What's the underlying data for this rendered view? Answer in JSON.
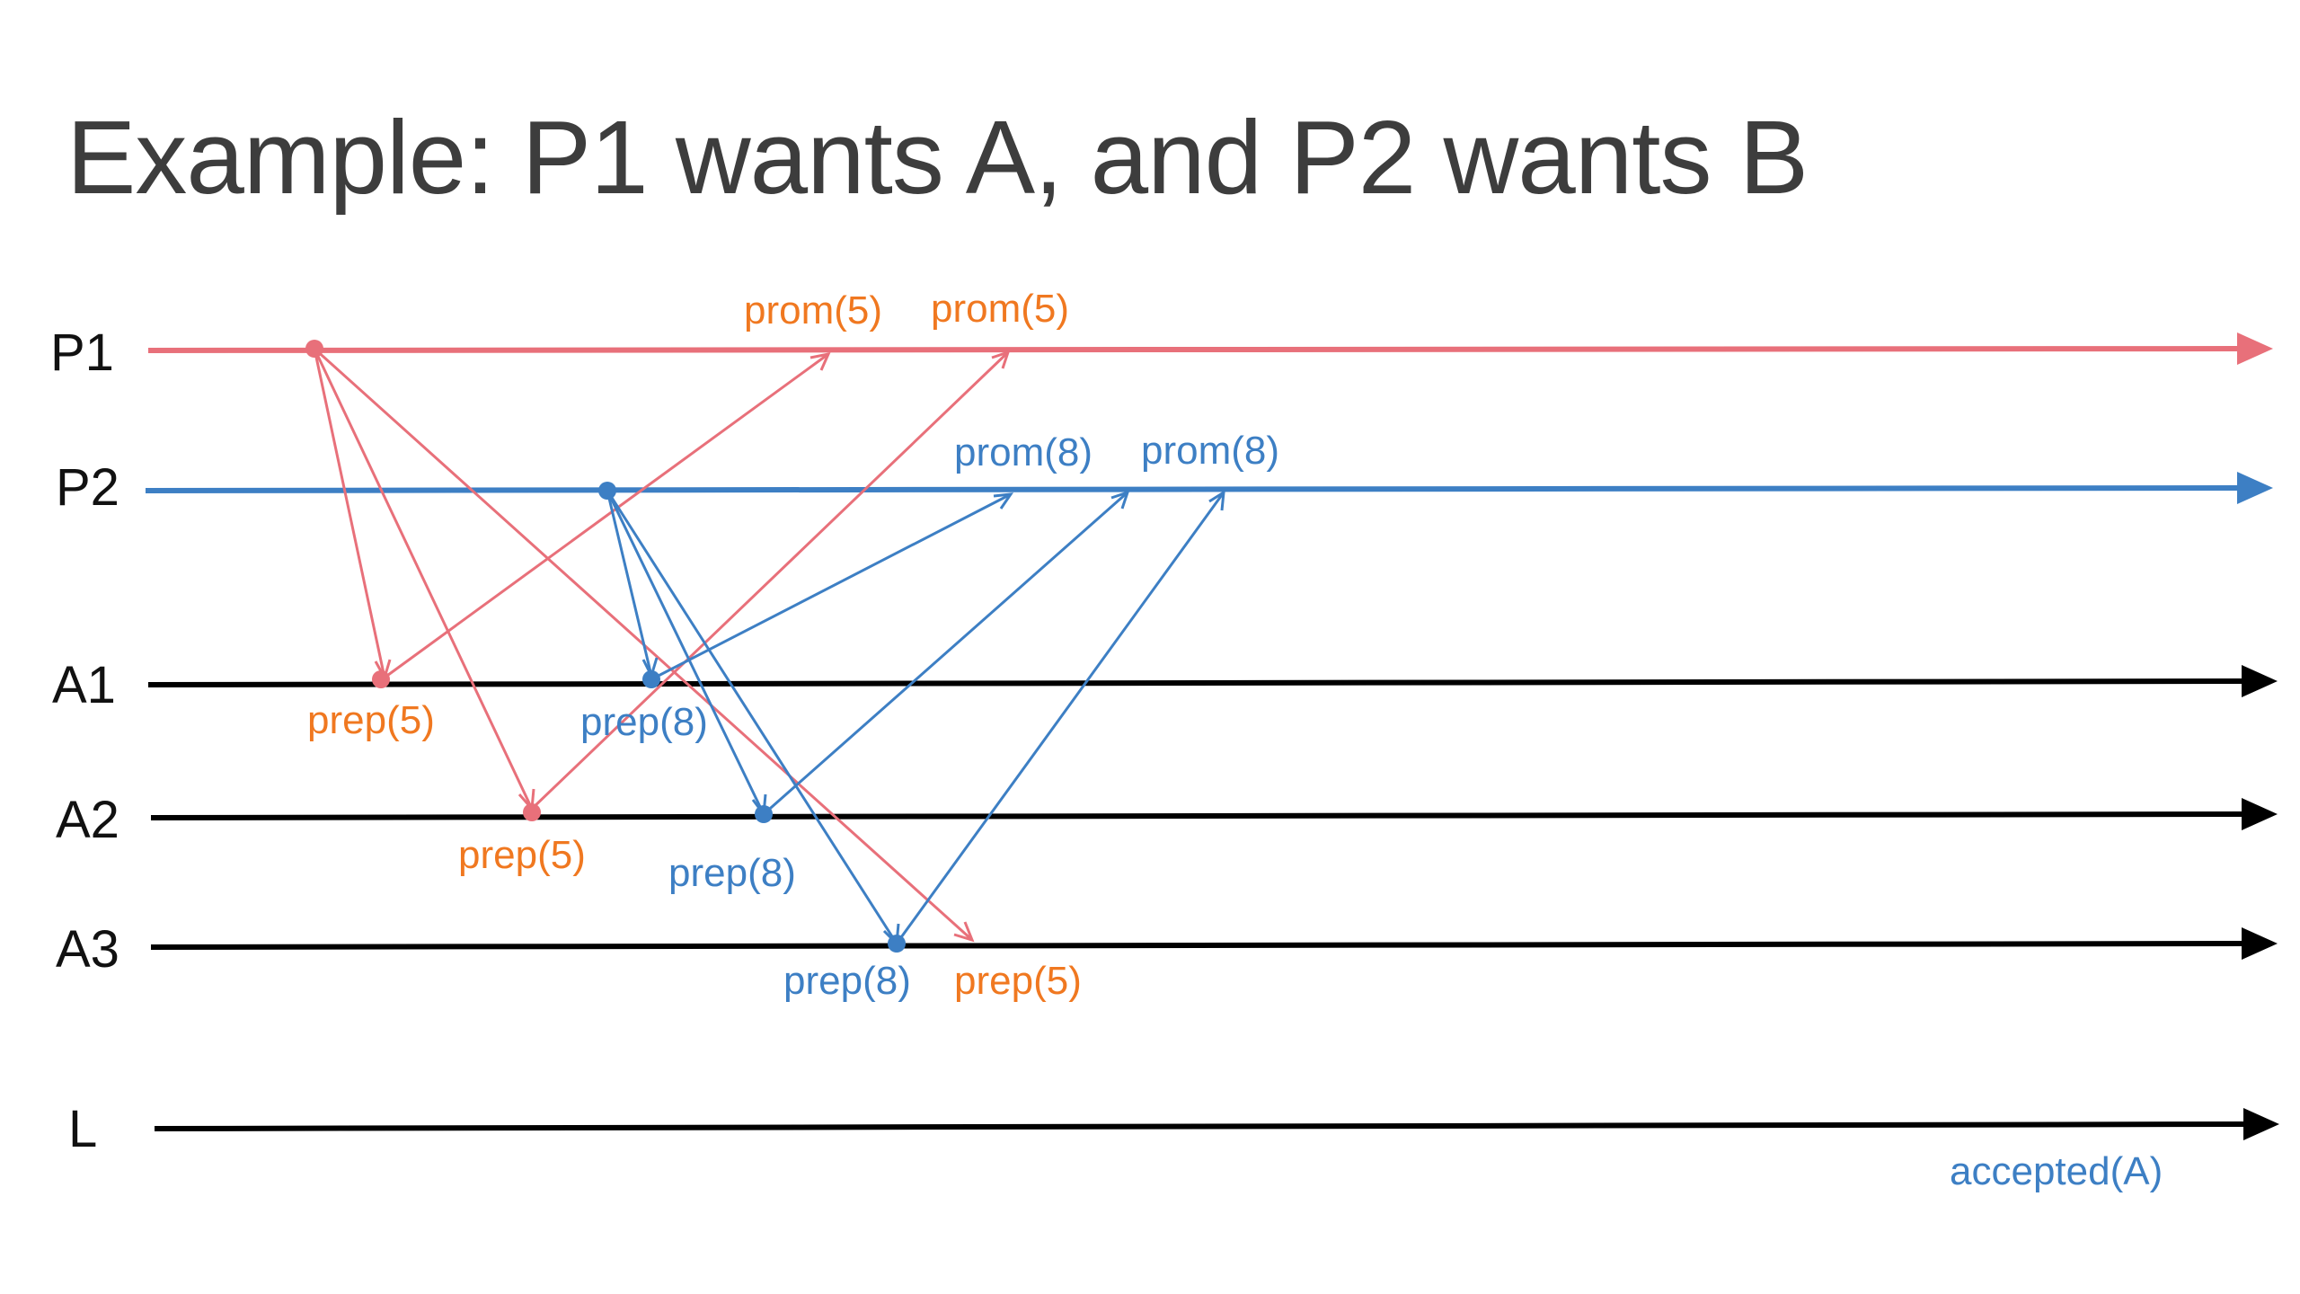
{
  "slide": {
    "title": "Example: P1 wants A, and P2 wants B"
  },
  "colors": {
    "p1": "#e8707a",
    "p2": "#3d7fc4",
    "acceptor": "#000000",
    "orange_text": "#f07820",
    "blue_text": "#3d7fc4"
  },
  "lanes": [
    {
      "id": "p1",
      "label": "P1"
    },
    {
      "id": "p2",
      "label": "P2"
    },
    {
      "id": "a1",
      "label": "A1"
    },
    {
      "id": "a2",
      "label": "A2"
    },
    {
      "id": "a3",
      "label": "A3"
    },
    {
      "id": "l",
      "label": "L"
    }
  ],
  "labels": {
    "prom5_a": "prom(5)",
    "prom5_b": "prom(5)",
    "prom8_a": "prom(8)",
    "prom8_b": "prom(8)",
    "prep5_a1": "prep(5)",
    "prep5_a2": "prep(5)",
    "prep5_a3": "prep(5)",
    "prep8_a1": "prep(8)",
    "prep8_a2": "prep(8)",
    "prep8_a3": "prep(8)",
    "accepted": "accepted(A)"
  }
}
